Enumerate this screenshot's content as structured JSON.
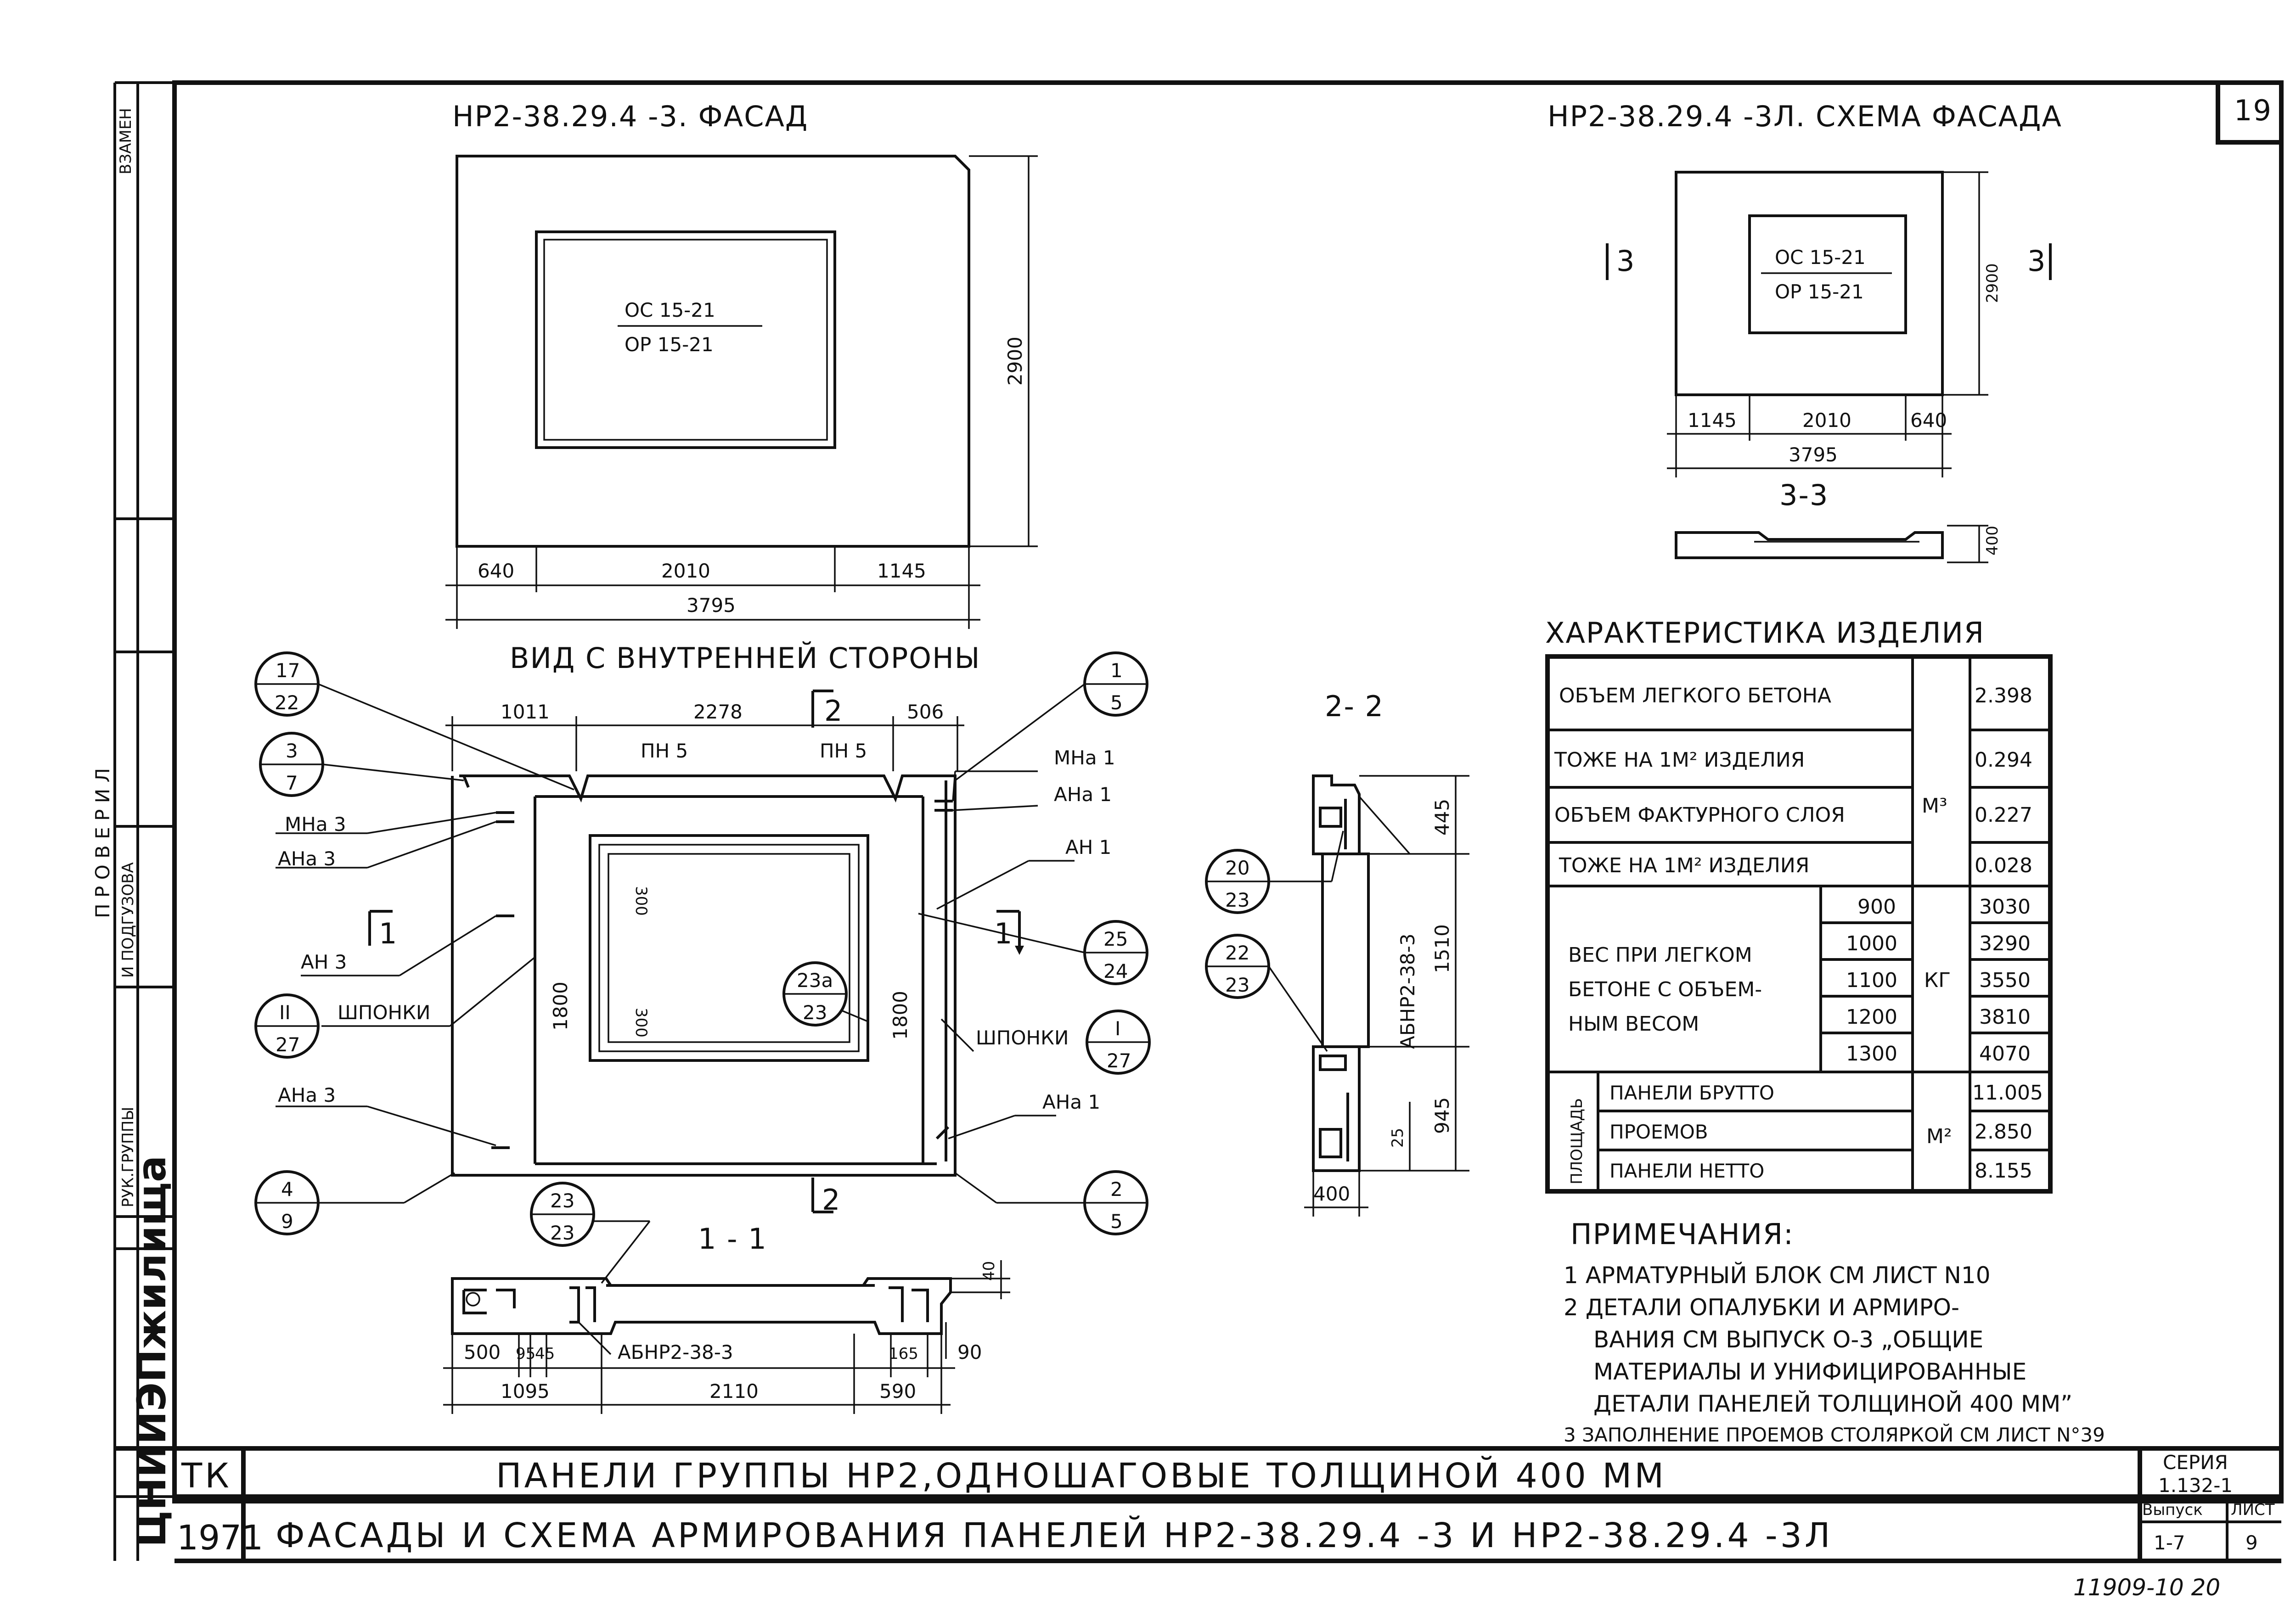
{
  "sheet_number": "19",
  "sidebar": {
    "vzamen": "ВЗАМЕН",
    "proverili": "П Р О В Е Р И Л",
    "ruk_gruppy": "РУК.ГРУППЫ",
    "i_podgusova": "И ПОДГУЗОВА",
    "org": "ЦНИИЭПжилища"
  },
  "facade": {
    "title": "НР2-38.29.4 -3. ФАСАД",
    "window_top": "ОС 15-21",
    "window_bottom": "ОР 15-21",
    "height": "2900",
    "dims": [
      "640",
      "2010",
      "1145"
    ],
    "total": "3795"
  },
  "scheme": {
    "title": "НР2-38.29.4 -3Л. СХЕМА ФАСАДА",
    "window_top": "ОС 15-21",
    "window_bottom": "ОР 15-21",
    "height": "2900",
    "dims": [
      "1145",
      "2010",
      "640"
    ],
    "total": "3795",
    "section_mark": "3",
    "section_label": "3-3",
    "depth": "400"
  },
  "inner_view": {
    "title": "ВИД С ВНУТРЕННЕЙ СТОРОНЫ",
    "top_dims": [
      "1011",
      "2278",
      "506"
    ],
    "section_2": "2",
    "section_1": "1",
    "pn5_left": "ПН 5",
    "pn5_right": "ПН 5",
    "heights": [
      "1800",
      "1800"
    ],
    "window_dims": [
      "300",
      "300"
    ],
    "callouts": {
      "c17_22": [
        "17",
        "22"
      ],
      "c3_7": [
        "3",
        "7"
      ],
      "c1_5": [
        "1",
        "5"
      ],
      "c25_24": [
        "25",
        "24"
      ],
      "cII_27": [
        "II",
        "27"
      ],
      "cI_27": [
        "I",
        "27"
      ],
      "c4_9": [
        "4",
        "9"
      ],
      "c2_5": [
        "2",
        "5"
      ],
      "c23a_23": [
        "23а",
        "23"
      ],
      "c23_23": [
        "23",
        "23"
      ],
      "c20_23": [
        "20",
        "23"
      ],
      "c22_23": [
        "22",
        "23"
      ]
    },
    "labels": {
      "mna3": "МНа 3",
      "ana3_top": "АНа 3",
      "an3": "АН 3",
      "shponki_l": "ШПОНКИ",
      "ana3_bottom": "АНа 3",
      "mna1": "МНа 1",
      "ana1_top": "АНа 1",
      "an1": "АН 1",
      "shponki_r": "ШПОНКИ",
      "ana1_bottom": "АНа 1"
    }
  },
  "section_2_2": {
    "title": "2- 2",
    "block": "АБНР2-38-3",
    "dims": [
      "445",
      "1510",
      "945",
      "25"
    ],
    "width": "400"
  },
  "section_1_1": {
    "title": "1 - 1",
    "block": "АБНР2-38-3",
    "depth": "40",
    "small_dims": [
      "500",
      "95",
      "45",
      "165",
      "90"
    ],
    "dims": [
      "1095",
      "2110",
      "590"
    ]
  },
  "characteristics": {
    "title": "ХАРАКТЕРИСТИКА ИЗДЕЛИЯ",
    "unit_m3": "М³",
    "unit_kg": "КГ",
    "unit_m2": "М²",
    "rows": [
      {
        "label": "ОБЪЕМ ЛЕГКОГО БЕТОНА",
        "value": "2.398"
      },
      {
        "label": "ТОЖЕ НА 1М² ИЗДЕЛИЯ",
        "value": "0.294"
      },
      {
        "label": "ОБЪЕМ ФАКТУРНОГО СЛОЯ",
        "value": "0.227"
      },
      {
        "label": "ТОЖЕ НА 1М² ИЗДЕЛИЯ",
        "value": "0.028"
      }
    ],
    "weight_label": [
      "ВЕС ПРИ ЛЕГКОМ",
      "БЕТОНЕ С ОБЪЕМ-",
      "НЫМ ВЕСОМ"
    ],
    "weights": [
      {
        "density": "900",
        "value": "3030"
      },
      {
        "density": "1000",
        "value": "3290"
      },
      {
        "density": "1100",
        "value": "3550"
      },
      {
        "density": "1200",
        "value": "3810"
      },
      {
        "density": "1300",
        "value": "4070"
      }
    ],
    "area_label": "ПЛОЩАДЬ",
    "areas": [
      {
        "label": "ПАНЕЛИ БРУТТО",
        "value": "11.005"
      },
      {
        "label": "ПРОЕМОВ",
        "value": "2.850"
      },
      {
        "label": "ПАНЕЛИ НЕТТО",
        "value": "8.155"
      }
    ]
  },
  "notes": {
    "title": "ПРИМЕЧАНИЯ:",
    "lines": [
      "1  АРМАТУРНЫЙ БЛОК СМ ЛИСТ N10",
      "2  ДЕТАЛИ ОПАЛУБКИ И АРМИРО-",
      "ВАНИЯ СМ ВЫПУСК О-3 „ОБЩИЕ",
      "МАТЕРИАЛЫ И УНИФИЦИРОВАННЫЕ",
      "ДЕТАЛИ ПАНЕЛЕЙ ТОЛЩИНОЙ 400 ММ”",
      "3  ЗАПОЛНЕНИЕ ПРОЕМОВ СТОЛЯРКОЙ СМ ЛИСТ N°39"
    ]
  },
  "title_block": {
    "tk": "ТК",
    "year": "1971",
    "line1": "ПАНЕЛИ   ГРУППЫ  НР2,ОДНОШАГОВЫЕ  ТОЛЩИНОЙ 400 ММ",
    "line2": "ФАСАДЫ И СХЕМА  АРМИРОВАНИЯ  ПАНЕЛЕЙ  НР2-38.29.4 -3 И НР2-38.29.4 -3Л",
    "seria_label": "СЕРИЯ",
    "seria": "1.132-1",
    "vypusk_label": "Выпуск",
    "vypusk": "1-7",
    "list_label": "ЛИСТ",
    "list": "9"
  },
  "footer_code": "11909-10  20"
}
